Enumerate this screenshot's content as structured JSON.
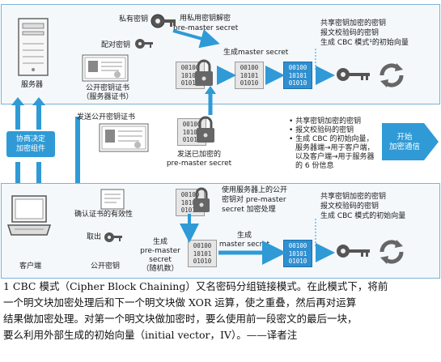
{
  "top": {
    "server_label": "服务器",
    "private_key_label": "私有密钥",
    "decrypt_note": [
      "用私用密钥解密",
      "pre-master secret"
    ],
    "pair_key_label": "配对密钥",
    "public_cert_label": [
      "公开密钥证书",
      "（服务器证书）"
    ],
    "generate_label": "生成master secret",
    "binary_gray": [
      "00100",
      "10101",
      "01010"
    ],
    "binary_blue": [
      "00100",
      "10101",
      "01010"
    ],
    "right_note": [
      "共享密钥加密的密钥",
      "报文校验码的密钥",
      "生成 CBC 模式¹的初始向量"
    ]
  },
  "middle": {
    "negotiate_label": [
      "协商决定",
      "加密组件"
    ],
    "send_cert_label": "发送公开密钥证书",
    "sent_label": [
      "发送已加密的",
      "pre-master secret"
    ],
    "bullets": [
      "共享密钥加密的密钥",
      "报文校验码的密钥",
      "生成 CBC 的初始向量，",
      "服务器端→用于客户端，",
      "以及客户端→用于服务器",
      "的 6 份信息"
    ],
    "start_button": [
      "开始",
      "加密通信"
    ]
  },
  "bottom": {
    "client_label": "客户端",
    "confirm_label": "确认证书的有效性",
    "extract_label": [
      "取出",
      "公开密钥"
    ],
    "generate_pms_label": [
      "生成",
      "pre-master",
      "secret",
      "（随机数）"
    ],
    "encrypt_note": [
      "使用服务器上的公开",
      "密钥对 pre-master",
      "secret 加密处理"
    ],
    "generate_ms_label": [
      "生成",
      "master secret"
    ],
    "binary_gray": [
      "00100",
      "10101",
      "01010"
    ],
    "binary_blue": [
      "00100",
      "10101",
      "01010"
    ],
    "right_note": [
      "共享密钥加密的密钥",
      "报文校验码的密钥",
      "生成 CBC 模式的初始向量"
    ]
  },
  "caption": [
    "1 CBC 模式（Cipher Block Chaining）又名密码分组链接模式。在此模式下，将前",
    "一个明文块加密处理后和下一个明文块做 XOR 运算，使之重叠，然后再对运算",
    "结果做加密处理。对第一个明文块做加密时，要么使用前一段密文的最后一块，",
    "要么利用外部生成的初始向量（initial vector，IV）。——译者注"
  ],
  "colors": {
    "accent": "#2f9ad6",
    "panel_border": "#7fb2d6",
    "arrow": "#2f9ad6"
  }
}
